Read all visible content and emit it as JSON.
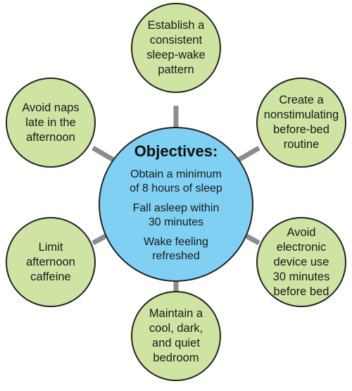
{
  "colors": {
    "outer_fill": "#cfe3a3",
    "center_fill": "#7fd0f2",
    "connector": "#8c8c8c",
    "border": "#222222"
  },
  "center": {
    "title": "Objectives:",
    "objectives": [
      "Obtain a minimum\nof 8 hours of sleep",
      "Fall asleep within\n30 minutes",
      "Wake feeling\nrefreshed"
    ]
  },
  "outer": [
    "Establish a\nconsistent\nsleep-wake\npattern",
    "Create a\nnonstimulating\nbefore-bed\nroutine",
    "Avoid\nelectronic\ndevice use\n30 minutes\nbefore bed",
    "Maintain a\ncool, dark,\nand quiet\nbedroom",
    "Limit\nafternoon\ncaffeine",
    "Avoid naps\nlate in the\nafternoon"
  ]
}
